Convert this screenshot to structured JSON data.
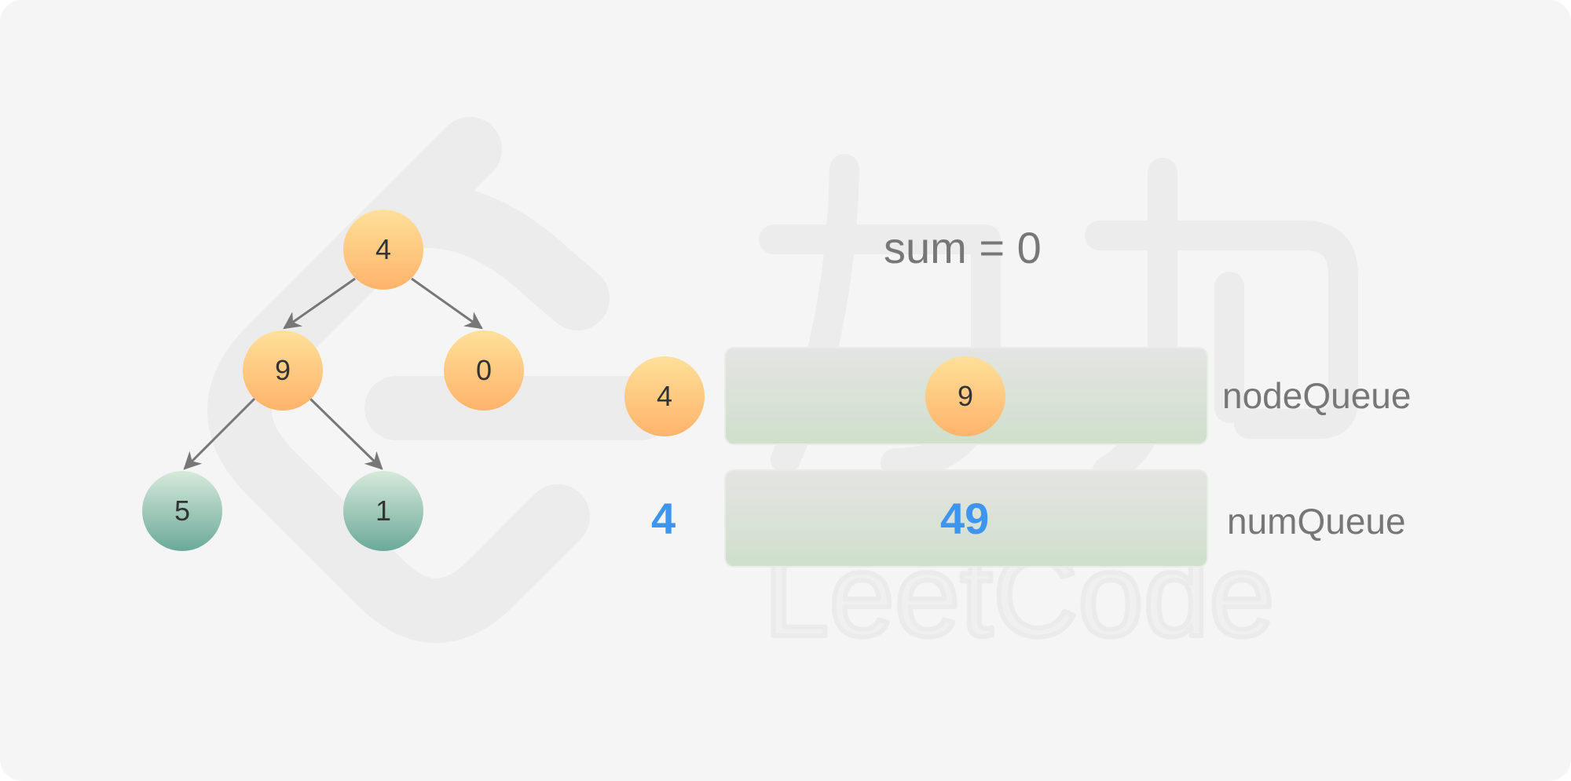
{
  "tree": {
    "nodes": [
      {
        "id": "n4",
        "label": "4",
        "color": "orange"
      },
      {
        "id": "n9",
        "label": "9",
        "color": "orange"
      },
      {
        "id": "n0",
        "label": "0",
        "color": "orange"
      },
      {
        "id": "n5",
        "label": "5",
        "color": "teal"
      },
      {
        "id": "n1",
        "label": "1",
        "color": "teal"
      }
    ],
    "edges": [
      {
        "from": "4",
        "to": "9"
      },
      {
        "from": "4",
        "to": "0"
      },
      {
        "from": "9",
        "to": "5"
      },
      {
        "from": "9",
        "to": "1"
      }
    ]
  },
  "sum_text": "sum = 0",
  "node_queue": {
    "label": "nodeQueue",
    "dequeued": "4",
    "items": [
      "9"
    ]
  },
  "num_queue": {
    "label": "numQueue",
    "dequeued": "4",
    "items": [
      "49"
    ]
  },
  "watermark": {
    "brand": "LeetCode"
  },
  "colors": {
    "background": "#f5f5f5",
    "node_orange_top": "#ffe099",
    "node_orange_bottom": "#ffb36b",
    "node_teal_top": "#d6eadb",
    "node_teal_bottom": "#6ba99a",
    "queue_top": "#e4e4e2",
    "queue_bottom": "#cfe0cc",
    "number_blue": "#3d95ef",
    "label_gray": "#777777",
    "edge_gray": "#777777"
  }
}
